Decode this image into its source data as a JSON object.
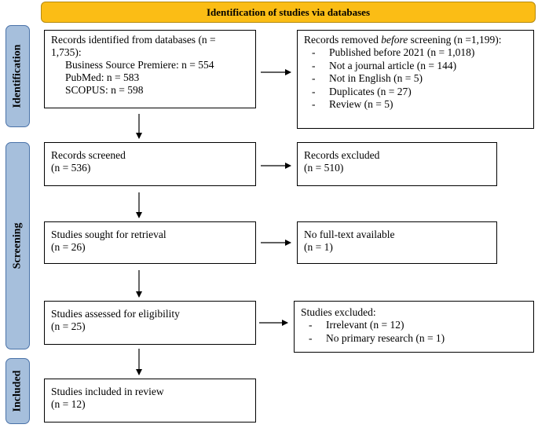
{
  "header": {
    "title": "Identification of studies via databases"
  },
  "stages": {
    "identification": "Identification",
    "screening": "Screening",
    "included": "Included"
  },
  "boxes": {
    "records_identified": {
      "lines": [
        "Records identified from databases (n =",
        "1,735):"
      ],
      "sources": [
        "Business Source Premiere: n = 554",
        "PubMed: n = 583",
        "SCOPUS: n = 598"
      ]
    },
    "records_removed": {
      "title_pre": "Records removed ",
      "title_em": "before",
      "title_post": " screening (n =1,199):",
      "items": [
        "Published before 2021 (n = 1,018)",
        "Not a journal article (n = 144)",
        "Not in English (n = 5)",
        "Duplicates (n = 27)",
        "Review (n = 5)"
      ]
    },
    "records_screened": {
      "lines": [
        "Records screened",
        "(n = 536)"
      ]
    },
    "records_excluded": {
      "lines": [
        "Records excluded",
        "(n = 510)"
      ]
    },
    "sought_retrieval": {
      "lines": [
        "Studies sought for retrieval",
        "(n = 26)"
      ]
    },
    "no_fulltext": {
      "lines": [
        "No full-text available",
        "(n = 1)"
      ]
    },
    "assessed_eligibility": {
      "lines": [
        "Studies assessed for eligibility",
        "(n = 25)"
      ]
    },
    "studies_excluded": {
      "title": "Studies excluded:",
      "items": [
        "Irrelevant (n = 12)",
        "No primary research (n = 1)"
      ]
    },
    "included_review": {
      "lines": [
        "Studies included in review",
        "(n = 12)"
      ]
    }
  }
}
